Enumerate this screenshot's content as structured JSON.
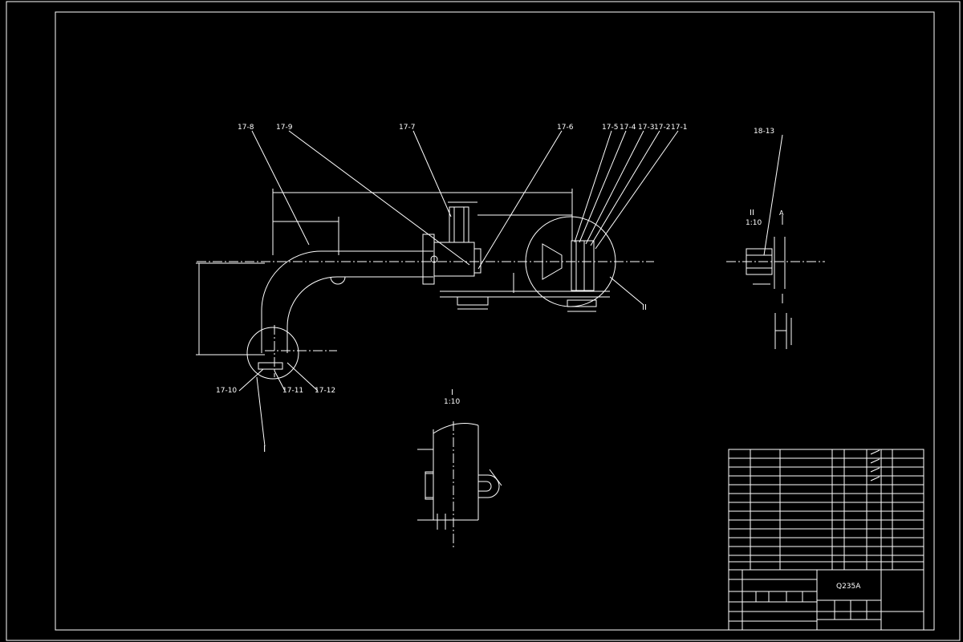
{
  "colors": {
    "background": "#000000",
    "line": "#ffffff"
  },
  "leaders": {
    "p17_8": "17-8",
    "p17_9": "17-9",
    "p17_7": "17-7",
    "p17_6": "17-6",
    "p17_5": "17-5",
    "p17_4": "17-4",
    "p17_3": "17-3",
    "p17_2": "17-2",
    "p17_1": "17-1",
    "p18_13": "18-13",
    "p17_10": "17-10",
    "p17_11": "17-11",
    "p17_12": "17-12"
  },
  "views": {
    "detail1_mark": "I",
    "detail1_title": "I",
    "detail1_scale": "1:10",
    "detail2_mark": "II",
    "detail2_title": "II",
    "detail2_scale": "1:10",
    "section_a": "A"
  },
  "title_block": {
    "material": "Q235A"
  }
}
